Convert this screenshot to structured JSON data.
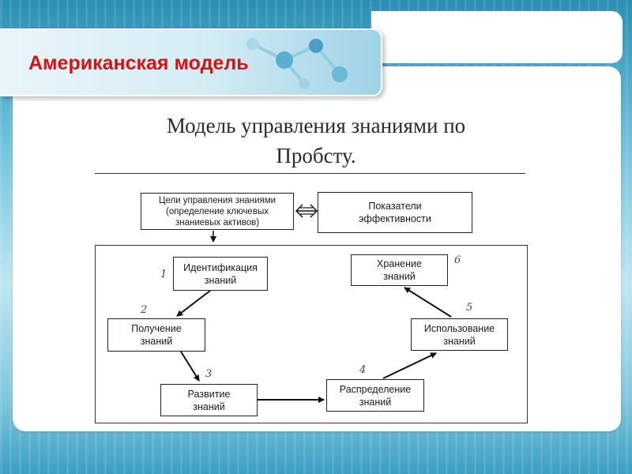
{
  "slide": {
    "title": "Американская модель",
    "heading_line1": "Модель управления знаниями по",
    "heading_line2": "Пробсту."
  },
  "diagram": {
    "goals": {
      "line1": "Цели  управления знаниями",
      "line2": "(определение ключевых",
      "line3": "знаниевых активов)"
    },
    "indicators": {
      "line1": "Показатели",
      "line2": "эффективности"
    },
    "steps": [
      {
        "line1": "Идентификация",
        "line2": "знаний",
        "number": "1"
      },
      {
        "line1": "Получение",
        "line2": "знаний",
        "number": "2"
      },
      {
        "line1": "Развитие",
        "line2": "знаний",
        "number": "3"
      },
      {
        "line1": "Распределение",
        "line2": "знаний",
        "number": "4"
      },
      {
        "line1": "Использование",
        "line2": "знаний",
        "number": "5"
      },
      {
        "line1": "Хранение",
        "line2": "знаний",
        "number": "6"
      }
    ]
  }
}
